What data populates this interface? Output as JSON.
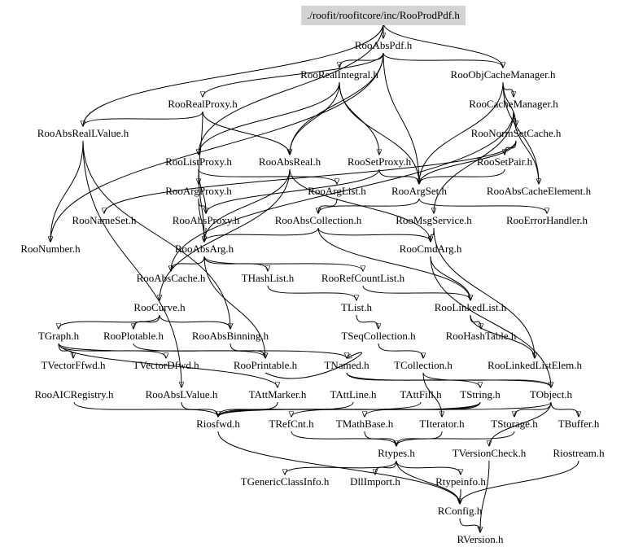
{
  "graph": {
    "root": "./roofit/roofitcore/inc/RooProdPdf.h",
    "background_color": "#ffffff",
    "root_fill_color": "#d3d3d3",
    "edge_color": "#000000",
    "nodes": [
      {
        "id": "root",
        "label": "./roofit/roofitcore/inc/RooProdPdf.h"
      },
      {
        "id": "RooAbsPdf",
        "label": "RooAbsPdf.h"
      },
      {
        "id": "RooRealIntegral",
        "label": "RooRealIntegral.h"
      },
      {
        "id": "RooObjCacheManager",
        "label": "RooObjCacheManager.h"
      },
      {
        "id": "RooRealProxy",
        "label": "RooRealProxy.h"
      },
      {
        "id": "RooCacheManager",
        "label": "RooCacheManager.h"
      },
      {
        "id": "RooAbsRealLValue",
        "label": "RooAbsRealLValue.h"
      },
      {
        "id": "RooNormSetCache",
        "label": "RooNormSetCache.h"
      },
      {
        "id": "RooListProxy",
        "label": "RooListProxy.h"
      },
      {
        "id": "RooAbsReal",
        "label": "RooAbsReal.h"
      },
      {
        "id": "RooSetProxy",
        "label": "RooSetProxy.h"
      },
      {
        "id": "RooSetPair",
        "label": "RooSetPair.h"
      },
      {
        "id": "RooArgProxy",
        "label": "RooArgProxy.h"
      },
      {
        "id": "RooArgList",
        "label": "RooArgList.h"
      },
      {
        "id": "RooArgSet",
        "label": "RooArgSet.h"
      },
      {
        "id": "RooAbsCacheElement",
        "label": "RooAbsCacheElement.h"
      },
      {
        "id": "RooNameSet",
        "label": "RooNameSet.h"
      },
      {
        "id": "RooAbsProxy",
        "label": "RooAbsProxy.h"
      },
      {
        "id": "RooAbsCollection",
        "label": "RooAbsCollection.h"
      },
      {
        "id": "RooMsgService",
        "label": "RooMsgService.h"
      },
      {
        "id": "RooErrorHandler",
        "label": "RooErrorHandler.h"
      },
      {
        "id": "RooNumber",
        "label": "RooNumber.h"
      },
      {
        "id": "RooAbsArg",
        "label": "RooAbsArg.h"
      },
      {
        "id": "RooCmdArg",
        "label": "RooCmdArg.h"
      },
      {
        "id": "RooAbsCache",
        "label": "RooAbsCache.h"
      },
      {
        "id": "THashList",
        "label": "THashList.h"
      },
      {
        "id": "RooRefCountList",
        "label": "RooRefCountList.h"
      },
      {
        "id": "RooCurve",
        "label": "RooCurve.h"
      },
      {
        "id": "TList",
        "label": "TList.h"
      },
      {
        "id": "RooLinkedList",
        "label": "RooLinkedList.h"
      },
      {
        "id": "TGraph",
        "label": "TGraph.h"
      },
      {
        "id": "RooPlotable",
        "label": "RooPlotable.h"
      },
      {
        "id": "RooAbsBinning",
        "label": "RooAbsBinning.h"
      },
      {
        "id": "TSeqCollection",
        "label": "TSeqCollection.h"
      },
      {
        "id": "RooHashTable",
        "label": "RooHashTable.h"
      },
      {
        "id": "TVectorFfwd",
        "label": "TVectorFfwd.h"
      },
      {
        "id": "TVectorDfwd",
        "label": "TVectorDfwd.h"
      },
      {
        "id": "RooPrintable",
        "label": "RooPrintable.h"
      },
      {
        "id": "TNamed",
        "label": "TNamed.h"
      },
      {
        "id": "TCollection",
        "label": "TCollection.h"
      },
      {
        "id": "RooLinkedListElem",
        "label": "RooLinkedListElem.h"
      },
      {
        "id": "RooAICRegistry",
        "label": "RooAICRegistry.h"
      },
      {
        "id": "RooAbsLValue",
        "label": "RooAbsLValue.h"
      },
      {
        "id": "TAttMarker",
        "label": "TAttMarker.h"
      },
      {
        "id": "TAttLine",
        "label": "TAttLine.h"
      },
      {
        "id": "TAttFill",
        "label": "TAttFill.h"
      },
      {
        "id": "TString",
        "label": "TString.h"
      },
      {
        "id": "TObject",
        "label": "TObject.h"
      },
      {
        "id": "Riosfwd",
        "label": "Riosfwd.h"
      },
      {
        "id": "TRefCnt",
        "label": "TRefCnt.h"
      },
      {
        "id": "TMathBase",
        "label": "TMathBase.h"
      },
      {
        "id": "TIterator",
        "label": "TIterator.h"
      },
      {
        "id": "TStorage",
        "label": "TStorage.h"
      },
      {
        "id": "TBuffer",
        "label": "TBuffer.h"
      },
      {
        "id": "Rtypes",
        "label": "Rtypes.h"
      },
      {
        "id": "TVersionCheck",
        "label": "TVersionCheck.h"
      },
      {
        "id": "Riostream",
        "label": "Riostream.h"
      },
      {
        "id": "TGenericClassInfo",
        "label": "TGenericClassInfo.h"
      },
      {
        "id": "DllImport",
        "label": "DllImport.h"
      },
      {
        "id": "Rtypeinfo",
        "label": "Rtypeinfo.h"
      },
      {
        "id": "RConfig",
        "label": "RConfig.h"
      },
      {
        "id": "RVersion",
        "label": "RVersion.h"
      }
    ],
    "edges": [
      [
        "root",
        "RooAbsPdf"
      ],
      [
        "root",
        "RooObjCacheManager"
      ],
      [
        "root",
        "RooAbsRealLValue"
      ],
      [
        "root",
        "RooListProxy"
      ],
      [
        "RooAbsPdf",
        "RooRealIntegral"
      ],
      [
        "RooAbsPdf",
        "RooObjCacheManager"
      ],
      [
        "RooAbsPdf",
        "RooRealProxy"
      ],
      [
        "RooAbsPdf",
        "RooAbsReal"
      ],
      [
        "RooAbsPdf",
        "RooArgSet"
      ],
      [
        "RooAbsPdf",
        "RooNumber"
      ],
      [
        "RooRealIntegral",
        "RooAbsReal"
      ],
      [
        "RooRealIntegral",
        "RooArgSet"
      ],
      [
        "RooRealIntegral",
        "RooSetProxy"
      ],
      [
        "RooRealIntegral",
        "RooListProxy"
      ],
      [
        "RooObjCacheManager",
        "RooCacheManager"
      ],
      [
        "RooObjCacheManager",
        "RooNormSetCache"
      ],
      [
        "RooObjCacheManager",
        "RooAbsCacheElement"
      ],
      [
        "RooObjCacheManager",
        "RooArgSet"
      ],
      [
        "RooCacheManager",
        "RooNormSetCache"
      ],
      [
        "RooCacheManager",
        "RooAbsCache"
      ],
      [
        "RooCacheManager",
        "RooAbsCacheElement"
      ],
      [
        "RooCacheManager",
        "RooMsgService"
      ],
      [
        "RooNormSetCache",
        "RooSetPair"
      ],
      [
        "RooNormSetCache",
        "RooArgSet"
      ],
      [
        "RooNormSetCache",
        "RooNameSet"
      ],
      [
        "RooSetPair",
        "RooArgSet"
      ],
      [
        "RooRealProxy",
        "RooAbsReal"
      ],
      [
        "RooRealProxy",
        "RooArgProxy"
      ],
      [
        "RooRealProxy",
        "RooAbsRealLValue"
      ],
      [
        "RooAbsRealLValue",
        "RooNumber"
      ],
      [
        "RooAbsRealLValue",
        "RooAbsLValue"
      ],
      [
        "RooAbsRealLValue",
        "RooAbsBinning"
      ],
      [
        "RooListProxy",
        "RooArgList"
      ],
      [
        "RooListProxy",
        "RooAbsProxy"
      ],
      [
        "RooListProxy",
        "RooAbsArg"
      ],
      [
        "RooSetProxy",
        "RooArgSet"
      ],
      [
        "RooSetProxy",
        "RooAbsProxy"
      ],
      [
        "RooAbsReal",
        "RooAbsArg"
      ],
      [
        "RooAbsReal",
        "RooCmdArg"
      ],
      [
        "RooAbsReal",
        "RooCurve"
      ],
      [
        "RooArgProxy",
        "RooAbsProxy"
      ],
      [
        "RooArgProxy",
        "RooAbsArg"
      ],
      [
        "RooArgList",
        "RooAbsCollection"
      ],
      [
        "RooArgSet",
        "RooAbsCollection"
      ],
      [
        "RooArgSet",
        "RooErrorHandler"
      ],
      [
        "RooAbsProxy",
        "RooAbsArg"
      ],
      [
        "RooAbsCollection",
        "RooAbsArg"
      ],
      [
        "RooAbsCollection",
        "RooCmdArg"
      ],
      [
        "RooAbsCollection",
        "RooLinkedList"
      ],
      [
        "RooMsgService",
        "RooCmdArg"
      ],
      [
        "RooMsgService",
        "RooLinkedListElem"
      ],
      [
        "RooAbsArg",
        "RooAbsCache"
      ],
      [
        "RooAbsArg",
        "THashList"
      ],
      [
        "RooAbsArg",
        "RooRefCountList"
      ],
      [
        "RooAbsArg",
        "RooPrintable"
      ],
      [
        "RooCmdArg",
        "TObject"
      ],
      [
        "RooCmdArg",
        "RooLinkedList"
      ],
      [
        "RooRefCountList",
        "RooLinkedList"
      ],
      [
        "RooCurve",
        "TGraph"
      ],
      [
        "RooCurve",
        "RooPlotable"
      ],
      [
        "RooCurve",
        "RooAbsBinning"
      ],
      [
        "THashList",
        "TList"
      ],
      [
        "TList",
        "TSeqCollection"
      ],
      [
        "RooLinkedList",
        "RooHashTable"
      ],
      [
        "RooLinkedList",
        "RooLinkedListElem"
      ],
      [
        "TGraph",
        "TVectorFfwd"
      ],
      [
        "TGraph",
        "TVectorDfwd"
      ],
      [
        "TGraph",
        "TNamed"
      ],
      [
        "TGraph",
        "TAttMarker"
      ],
      [
        "RooPlotable",
        "RooPrintable"
      ],
      [
        "RooAbsBinning",
        "RooPrintable"
      ],
      [
        "TSeqCollection",
        "TCollection"
      ],
      [
        "TCollection",
        "TObject"
      ],
      [
        "TCollection",
        "TIterator"
      ],
      [
        "RooPrintable",
        "TNamed"
      ],
      [
        "TNamed",
        "TString"
      ],
      [
        "TNamed",
        "TObject"
      ],
      [
        "RooAbsLValue",
        "Riosfwd"
      ],
      [
        "RooAICRegistry",
        "Riosfwd"
      ],
      [
        "TAttMarker",
        "Riosfwd"
      ],
      [
        "TAttLine",
        "Riosfwd"
      ],
      [
        "TAttFill",
        "Riosfwd"
      ],
      [
        "TString",
        "TRefCnt"
      ],
      [
        "TString",
        "TMathBase"
      ],
      [
        "TString",
        "Riosfwd"
      ],
      [
        "TObject",
        "TStorage"
      ],
      [
        "TObject",
        "TBuffer"
      ],
      [
        "TObject",
        "TVersionCheck"
      ],
      [
        "TObject",
        "Riosfwd"
      ],
      [
        "TRefCnt",
        "Rtypes"
      ],
      [
        "TMathBase",
        "Rtypes"
      ],
      [
        "TIterator",
        "Rtypes"
      ],
      [
        "TStorage",
        "Rtypes"
      ],
      [
        "Riosfwd",
        "RConfig"
      ],
      [
        "Rtypes",
        "TGenericClassInfo"
      ],
      [
        "Rtypes",
        "DllImport"
      ],
      [
        "Rtypes",
        "Rtypeinfo"
      ],
      [
        "Rtypes",
        "RConfig"
      ],
      [
        "TVersionCheck",
        "RVersion"
      ],
      [
        "Riostream",
        "RConfig"
      ],
      [
        "Rtypeinfo",
        "RConfig"
      ],
      [
        "RConfig",
        "RVersion"
      ]
    ]
  }
}
